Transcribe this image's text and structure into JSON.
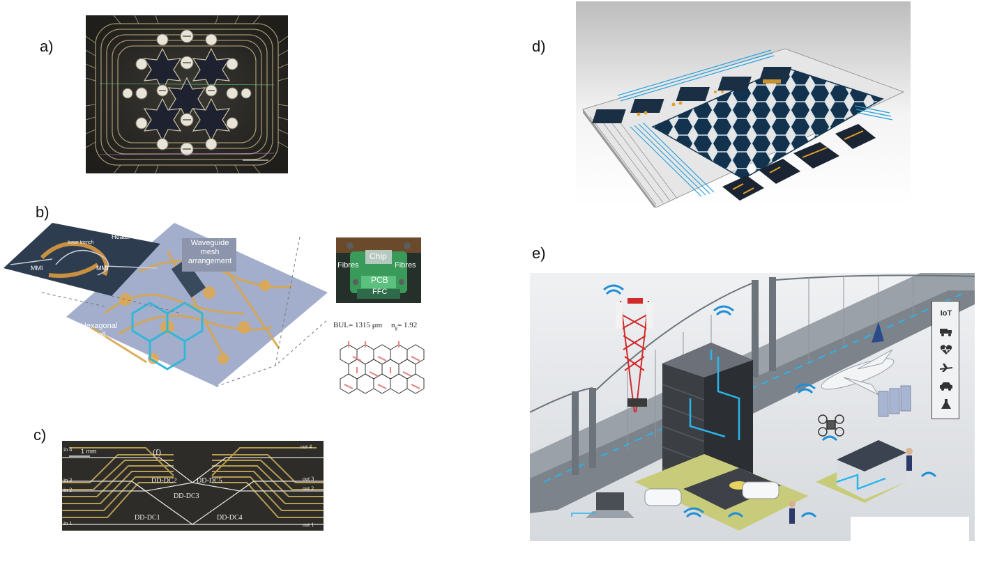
{
  "panels": {
    "a": {
      "letter": "a)"
    },
    "b": {
      "letter": "b)",
      "inset_labels": {
        "inner_trench": "Inner trench",
        "heater_trench": "Heater + trench",
        "mmi_left": "MMI",
        "mmi_right": "MMI"
      },
      "waveguide_label": "Waveguide mesh arrangement",
      "hexagonal_label": "Hexagonal Cell",
      "photo_labels": {
        "chip": "Chip",
        "fibres_left": "Fibres",
        "fibres_right": "Fibres",
        "pcb": "PCB",
        "ffc": "FFC"
      },
      "bul_text": "BUL= 1315 μm",
      "ng_text": "n",
      "ng_sub": "g",
      "ng_value": "= 1.92"
    },
    "c": {
      "letter": "c)",
      "scale": "1 mm",
      "marker": "(f)",
      "couplers": [
        "DD-DC2",
        "DD-DC5",
        "DD-DC3",
        "DD-DC1",
        "DD-DC4"
      ],
      "inputs": [
        "in 4",
        "in 3",
        "in 2",
        "in 1"
      ],
      "outputs": [
        "out 4",
        "out 3",
        "out 2",
        "out 1"
      ]
    },
    "d": {
      "letter": "d)"
    },
    "e": {
      "letter": "e)",
      "legend_icons": [
        "iot-icon",
        "truck-icon",
        "heart-icon",
        "airplane-icon",
        "car-icon",
        "flask-icon"
      ],
      "iot_text": "IoT"
    }
  },
  "colors": {
    "chip_dark": "#2b2a27",
    "gold": "#c9a44a",
    "mesh_blue": "#1a3550",
    "accent_cyan": "#27a7e0",
    "photo_bg": "#9aa7c8",
    "scene_bg": "#e7e9ec"
  }
}
